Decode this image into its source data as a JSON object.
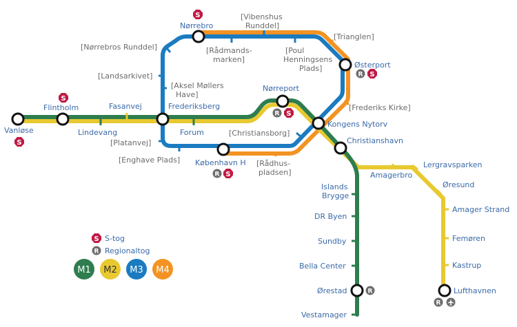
{
  "colors": {
    "m1": "#2e7d4f",
    "m2": "#e8c930",
    "m3": "#1a7bc1",
    "m4": "#f39323",
    "stog": "#c01a44",
    "regional": "#6d6d6d",
    "label": "#3a6aa8",
    "planned": "#6b6b6b"
  },
  "stations": {
    "vanlose": "Vanløse",
    "flintholm": "Flintholm",
    "lindevang": "Lindevang",
    "fasanvej": "Fasanvej",
    "frederiksberg": "Frederiksberg",
    "forum": "Forum",
    "norreport": "Nørreport",
    "kongens_nytorv": "Kongens Nytorv",
    "christianshavn": "Christianshavn",
    "islands_brygge_1": "Islands",
    "islands_brygge_2": "Brygge",
    "dr_byen": "DR Byen",
    "sundby": "Sundby",
    "bella_center": "Bella Center",
    "orestad": "Ørestad",
    "vestamager": "Vestamager",
    "amagerbro": "Amagerbro",
    "lergravsparken": "Lergravsparken",
    "oresund": "Øresund",
    "amager_strand": "Amager Strand",
    "femoren": "Femøren",
    "kastrup": "Kastrup",
    "lufthavnen": "Lufthavnen",
    "norrebro": "Nørrebro",
    "osterport": "Østerport",
    "kobenhavn_h": "København H"
  },
  "planned": {
    "vibenshus_1": "[Vibenshus",
    "vibenshus_2": "Runddel]",
    "radmands_1": "[Rådmands-",
    "radmands_2": "marken]",
    "poul_1": "[Poul",
    "poul_2": "Henningsens",
    "poul_3": "Plads]",
    "trianglen": "[Trianglen]",
    "norrebros_runddel": "[Nørrebros Runddel]",
    "landsarkivet": "[Landsarkivet]",
    "aksel_1": "[Aksel Møllers",
    "aksel_2": "Have]",
    "frederiks_kirke": "[Frederiks Kirke]",
    "christiansborg": "[Christiansborg]",
    "platanvej": "[Platanvej]",
    "enghave": "[Enghave Plads]",
    "radhus_1": "[Rådhus-",
    "radhus_2": "pladsen]"
  },
  "badges": {
    "s": "S",
    "r": "R"
  },
  "icons": {
    "airport": "airplane-icon"
  },
  "legend": {
    "stog": "S-tog",
    "regional": "Regionaltog",
    "lines": [
      {
        "id": "M1",
        "color": "#2e7d4f"
      },
      {
        "id": "M2",
        "color": "#e8c930"
      },
      {
        "id": "M3",
        "color": "#1a7bc1"
      },
      {
        "id": "M4",
        "color": "#f39323"
      }
    ]
  }
}
